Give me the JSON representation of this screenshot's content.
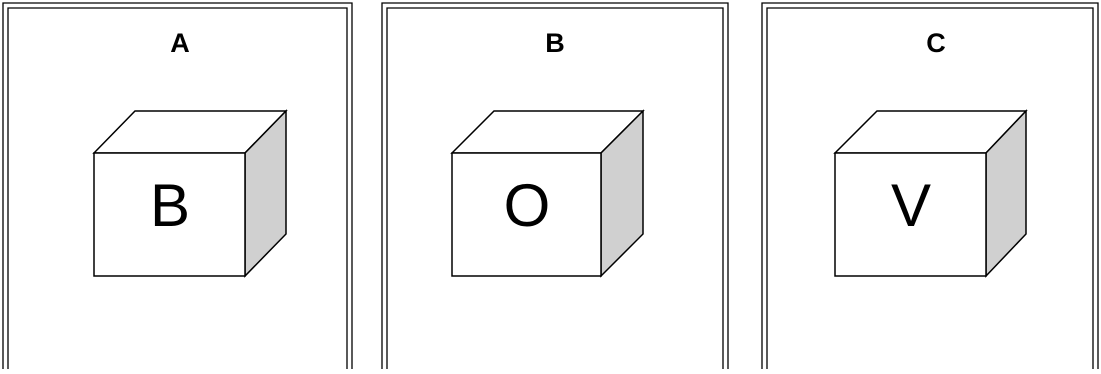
{
  "panels": [
    {
      "label": "A",
      "letter": "B"
    },
    {
      "label": "B",
      "letter": "O"
    },
    {
      "label": "C",
      "letter": "V"
    }
  ],
  "colors": {
    "frame": "#000000",
    "cube_front": "#ffffff",
    "cube_top": "#ffffff",
    "cube_side": "#d0d0d0",
    "stroke": "#000000"
  }
}
